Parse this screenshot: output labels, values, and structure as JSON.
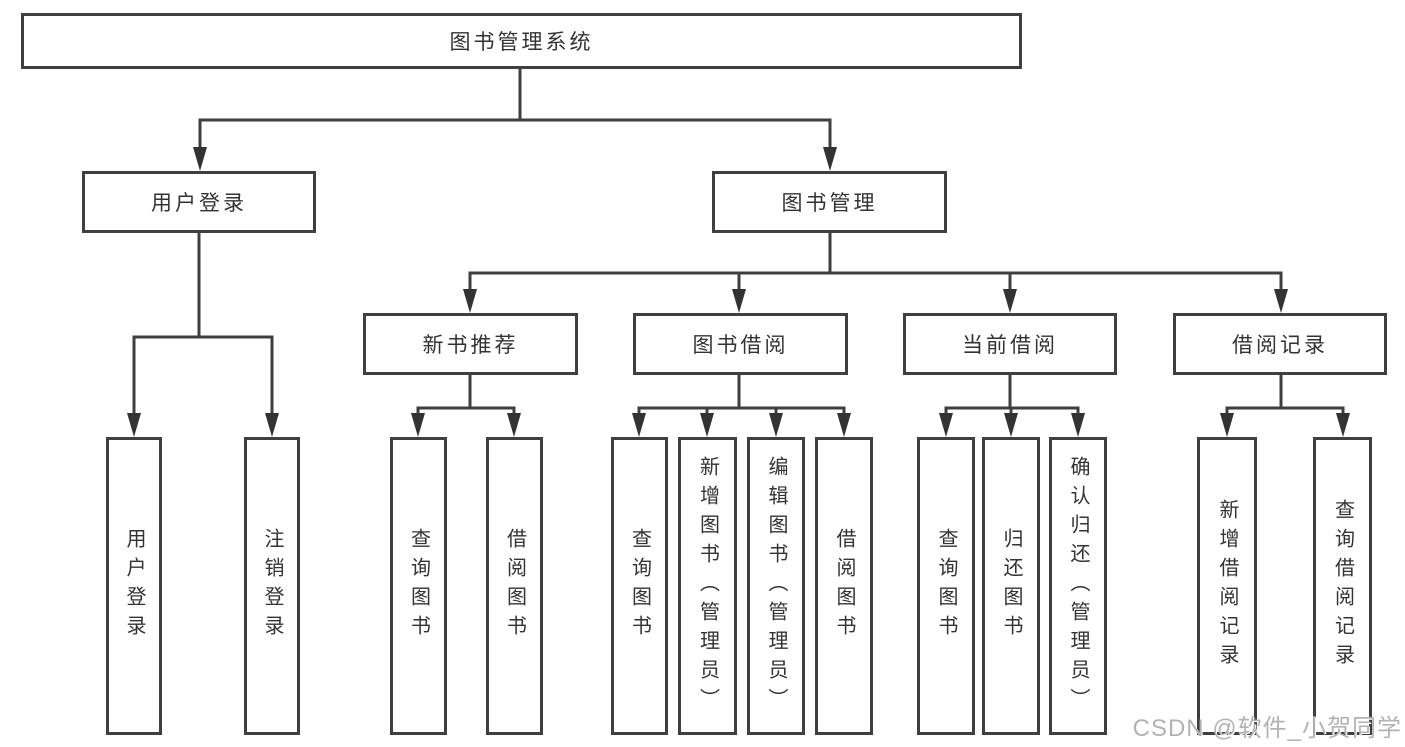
{
  "title": "图书管理系统",
  "watermark": "CSDN @软件_小贺同学",
  "colors": {
    "line": "#3f3f3f",
    "text": "#333333",
    "watermark": "#b3b3b3",
    "background": "#ffffff"
  },
  "tree": {
    "label": "图书管理系统",
    "children": [
      {
        "label": "用户登录",
        "children": [
          {
            "label": "用户登录"
          },
          {
            "label": "注销登录"
          }
        ]
      },
      {
        "label": "图书管理",
        "children": [
          {
            "label": "新书推荐",
            "children": [
              {
                "label": "查询图书"
              },
              {
                "label": "借阅图书"
              }
            ]
          },
          {
            "label": "图书借阅",
            "children": [
              {
                "label": "查询图书"
              },
              {
                "label": "新增图书（管理员）"
              },
              {
                "label": "编辑图书（管理员）"
              },
              {
                "label": "借阅图书"
              }
            ]
          },
          {
            "label": "当前借阅",
            "children": [
              {
                "label": "查询图书"
              },
              {
                "label": "归还图书"
              },
              {
                "label": "确认归还（管理员）"
              }
            ]
          },
          {
            "label": "借阅记录",
            "children": [
              {
                "label": "新增借阅记录"
              },
              {
                "label": "查询借阅记录"
              }
            ]
          }
        ]
      }
    ]
  }
}
